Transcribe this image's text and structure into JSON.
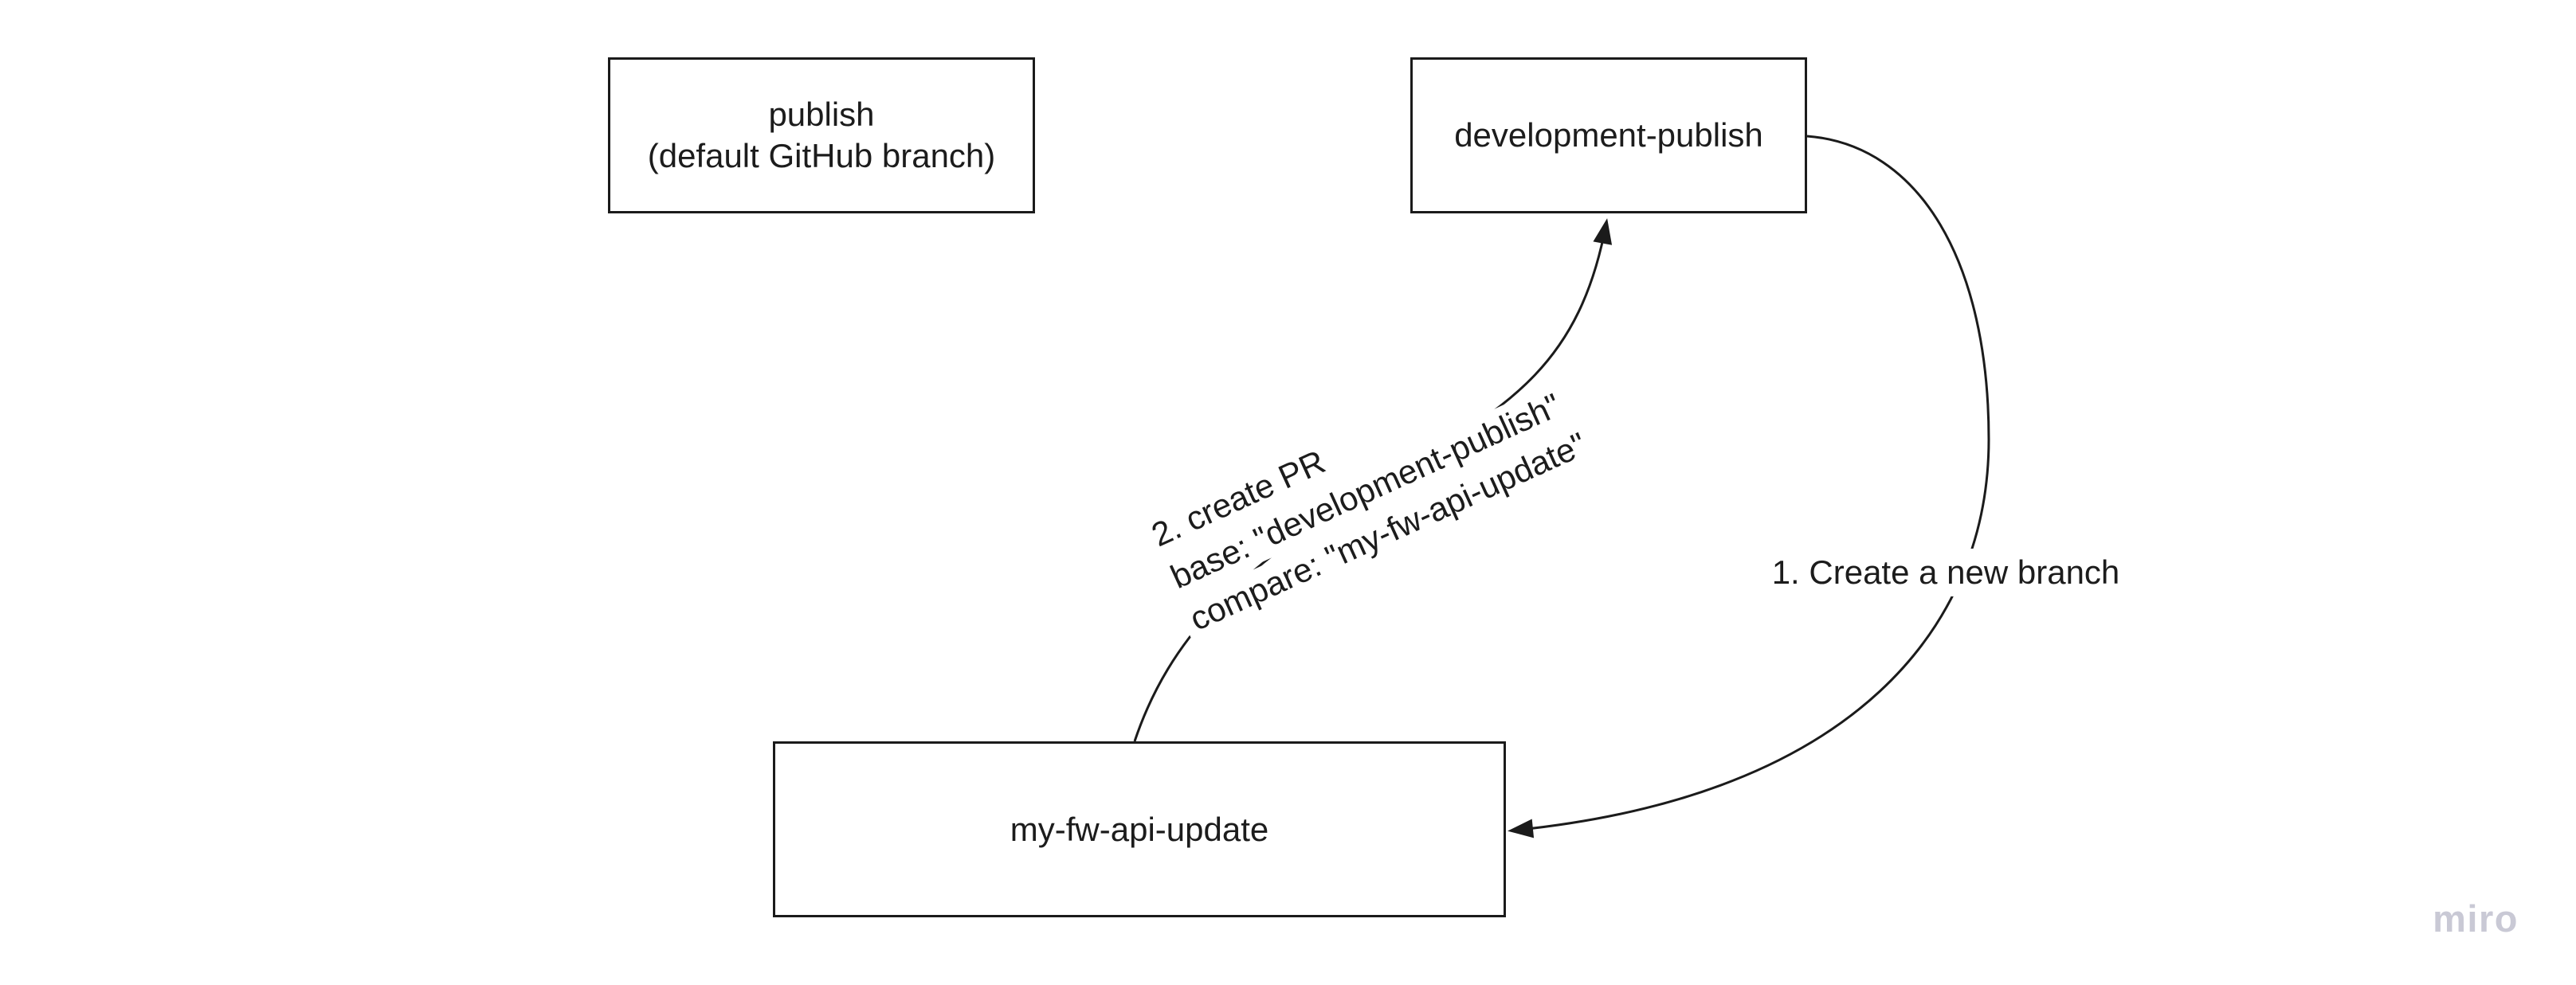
{
  "canvas": {
    "background_color": "#ffffff",
    "stroke_color": "#1b1b1b",
    "text_color": "#1c1c1c"
  },
  "nodes": [
    {
      "id": "publish",
      "label_lines": [
        "publish",
        "(default GitHub branch)"
      ]
    },
    {
      "id": "development-publish",
      "label": "development-publish"
    },
    {
      "id": "my-fw-api-update",
      "label": "my-fw-api-update"
    }
  ],
  "connectors": [
    {
      "id": "create-branch",
      "from": "development-publish",
      "to": "my-fw-api-update",
      "label": "1. Create a new branch"
    },
    {
      "id": "create-pr",
      "from": "my-fw-api-update",
      "to": "development-publish",
      "label_lines": [
        "2. create PR",
        "base: \"development-publish\"",
        "compare: \"my-fw-api-update\""
      ]
    }
  ],
  "watermark": {
    "text": "miro",
    "color": "#c9c9d5"
  }
}
